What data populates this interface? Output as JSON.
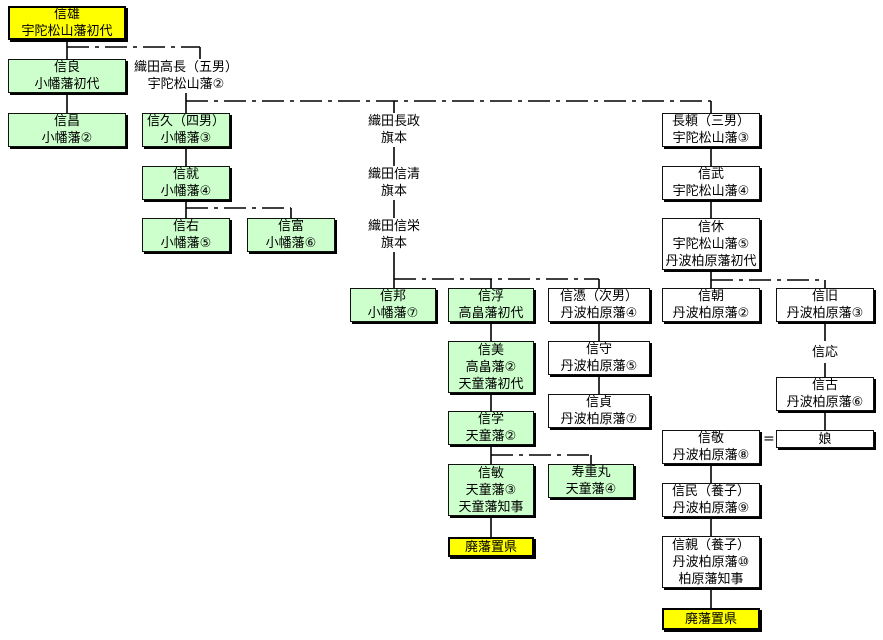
{
  "nodes": {
    "nobukatsu": {
      "lines": [
        "信雄",
        "宇陀松山藩初代"
      ],
      "style": "yellow"
    },
    "nobuyoshi": {
      "lines": [
        "信良",
        "小幡藩初代"
      ],
      "style": "green"
    },
    "takanaga": {
      "lines": [
        "織田高長（五男）",
        "宇陀松山藩②"
      ],
      "style": "plain"
    },
    "nobumasa": {
      "lines": [
        "信昌",
        "小幡藩②"
      ],
      "style": "green"
    },
    "nobuhisa": {
      "lines": [
        "信久（四男）",
        "小幡藩③"
      ],
      "style": "green"
    },
    "nagamasa": {
      "lines": [
        "織田長政",
        "旗本"
      ],
      "style": "plain"
    },
    "nobukiyo": {
      "lines": [
        "織田信清",
        "旗本"
      ],
      "style": "plain"
    },
    "nobuyoshi2": {
      "lines": [
        "織田信栄",
        "旗本"
      ],
      "style": "plain"
    },
    "nagayori": {
      "lines": [
        "長頼（三男）",
        "宇陀松山藩③"
      ],
      "style": "white"
    },
    "nobunari": {
      "lines": [
        "信就",
        "小幡藩④"
      ],
      "style": "green"
    },
    "nobutake": {
      "lines": [
        "信武",
        "宇陀松山藩④"
      ],
      "style": "white"
    },
    "nobusuke": {
      "lines": [
        "信右",
        "小幡藩⑤"
      ],
      "style": "green"
    },
    "nobutomi": {
      "lines": [
        "信富",
        "小幡藩⑥"
      ],
      "style": "green"
    },
    "nobuyasu": {
      "lines": [
        "信休",
        "宇陀松山藩⑤",
        "丹波柏原藩初代"
      ],
      "style": "white"
    },
    "nobukuni": {
      "lines": [
        "信邦",
        "小幡藩⑦"
      ],
      "style": "green"
    },
    "nobuchika_t": {
      "lines": [
        "信浮",
        "高畠藩初代"
      ],
      "style": "green"
    },
    "nobunori": {
      "lines": [
        "信憑（次男）",
        "丹波柏原藩④"
      ],
      "style": "white"
    },
    "nobutomo": {
      "lines": [
        "信朝",
        "丹波柏原藩②"
      ],
      "style": "white"
    },
    "nobumoto": {
      "lines": [
        "信旧",
        "丹波柏原藩③"
      ],
      "style": "white"
    },
    "nobuyoshi3": {
      "lines": [
        "信美",
        "高畠藩②",
        "天童藩初代"
      ],
      "style": "green"
    },
    "nobumori": {
      "lines": [
        "信守",
        "丹波柏原藩⑤"
      ],
      "style": "white"
    },
    "nobumasa2": {
      "lines": [
        "信応"
      ],
      "style": "plain"
    },
    "nobusada": {
      "lines": [
        "信貞",
        "丹波柏原藩⑦"
      ],
      "style": "white"
    },
    "nobutaka": {
      "lines": [
        "信古",
        "丹波柏原藩⑥"
      ],
      "style": "white"
    },
    "nobumichi": {
      "lines": [
        "信学",
        "天童藩②"
      ],
      "style": "green"
    },
    "nobutaka2": {
      "lines": [
        "信敬",
        "丹波柏原藩⑧"
      ],
      "style": "white"
    },
    "musume": {
      "lines": [
        "娘"
      ],
      "style": "white"
    },
    "nobutoshi": {
      "lines": [
        "信敏",
        "天童藩③",
        "天童藩知事"
      ],
      "style": "green"
    },
    "jujumaru": {
      "lines": [
        "寿重丸",
        "天童藩④"
      ],
      "style": "green"
    },
    "nobutami": {
      "lines": [
        "信民（養子）",
        "丹波柏原藩⑨"
      ],
      "style": "white"
    },
    "haihan1": {
      "lines": [
        "廃藩置県"
      ],
      "style": "yellow"
    },
    "nobuchika": {
      "lines": [
        "信親（養子）",
        "丹波柏原藩⑩",
        "柏原藩知事"
      ],
      "style": "white"
    },
    "haihan2": {
      "lines": [
        "廃藩置県"
      ],
      "style": "yellow"
    }
  },
  "marriage_symbol": "="
}
